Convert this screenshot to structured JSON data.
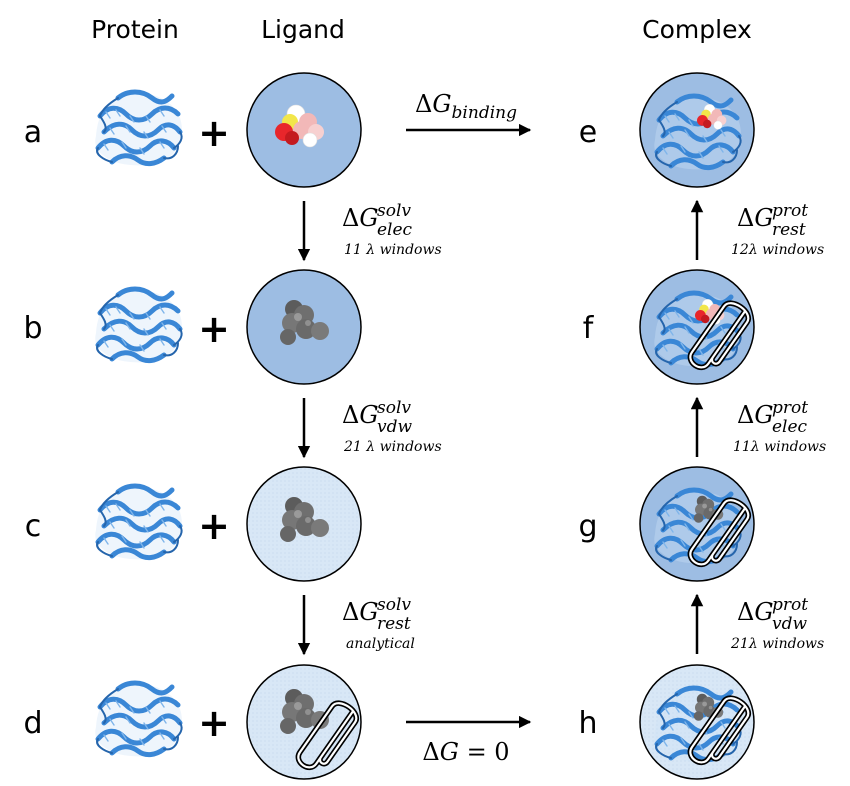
{
  "headers": {
    "protein": "Protein",
    "ligand": "Ligand",
    "complex": "Complex"
  },
  "rows": {
    "a": "a",
    "b": "b",
    "c": "c",
    "d": "d",
    "e": "e",
    "f": "f",
    "g": "g",
    "h": "h"
  },
  "plus": "+",
  "delta": "Δ",
  "binding": {
    "G": "G",
    "sub": "binding"
  },
  "solv_elec": {
    "G": "G",
    "sup": "solv",
    "sub": "elec",
    "note": "11 λ windows"
  },
  "solv_vdw": {
    "G": "G",
    "sup": "solv",
    "sub": "vdw",
    "note": "21 λ windows"
  },
  "solv_rest": {
    "G": "G",
    "sup": "solv",
    "sub": "rest",
    "note": "analytical"
  },
  "prot_rest": {
    "G": "G",
    "sup": "prot",
    "sub": "rest",
    "note": "12λ windows"
  },
  "prot_elec": {
    "G": "G",
    "sup": "prot",
    "sub": "elec",
    "note": "11λ windows"
  },
  "prot_vdw": {
    "G": "G",
    "sup": "prot",
    "sub": "vdw",
    "note": "21λ windows"
  },
  "zero": {
    "G": "G",
    "eq": " = 0"
  },
  "colors": {
    "solvated": "#9dbde3",
    "decoupled": "#d8e7f6",
    "protein": "#3a87d6",
    "ligand_gray": "#6f6f6f",
    "oxygen": "#e8262b",
    "sulfur": "#f2e64a",
    "pink": "#f2b8b8"
  }
}
